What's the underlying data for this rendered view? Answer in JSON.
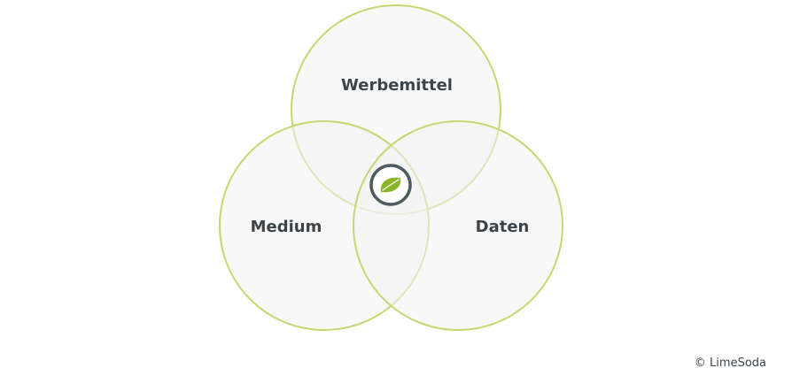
{
  "diagram": {
    "sets": [
      {
        "id": "top",
        "label": "Werbemittel"
      },
      {
        "id": "left",
        "label": "Medium"
      },
      {
        "id": "right",
        "label": "Daten"
      }
    ],
    "center_icon": "leaf-icon",
    "colors": {
      "circle_stroke": "#c3d870",
      "circle_fill": "#f2f2f2",
      "label_text": "#3d4449",
      "icon_ring": "#4d5a5e",
      "leaf": "#8ab52a"
    }
  },
  "footer": {
    "copyright": "© LimeSoda"
  }
}
